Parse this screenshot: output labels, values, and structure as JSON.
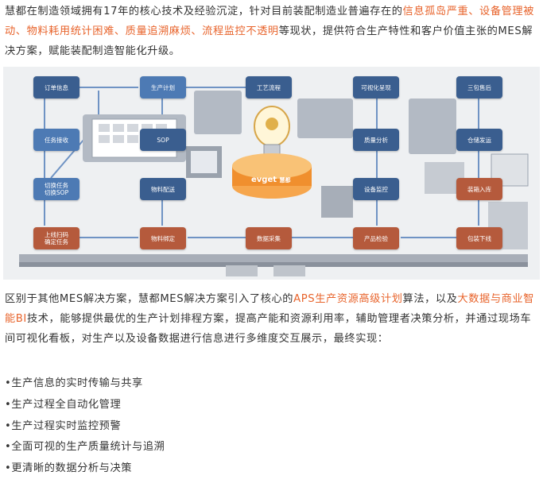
{
  "intro": {
    "text_before": "慧都在制造领域拥有17年的核心技术及经验沉淀，针对目前装配制造业普遍存在的",
    "highlight": "信息孤岛严重、设备管理被动、物料耗用统计困难、质量追溯麻烦、流程监控不透明",
    "text_after": "等现状，提供符合生产特性和客户价值主张的MES解决方案，赋能装配制造智能化升级。"
  },
  "diagram": {
    "nodes": {
      "order_info": "订单信息",
      "production_plan": "生产计划",
      "process_flow": "工艺流程",
      "visual_board": "可视化呈现",
      "after_sales": "三包售后",
      "task_receive": "任务接收",
      "sop": "SOP",
      "quality_analysis": "质量分析",
      "warehouse_ship": "仓储发运",
      "switch_task": "切换任务\n切换SOP",
      "material_delivery": "物料配送",
      "device_monitor": "设备监控",
      "assembly_storage": "装箱入库",
      "shift_login": "上线扫码\n确定任务",
      "material_bind": "物料绑定",
      "data_collect": "数据采集",
      "product_inspect": "产品检验",
      "pack_offline": "包装下线"
    },
    "logo_text": "evget",
    "logo_sub": "慧都"
  },
  "body": {
    "seg1": "区别于其他MES解决方案，慧都MES解决方案引入了核心的",
    "hl1": "APS生产资源高级计划",
    "seg2": "算法，以及",
    "hl2": "大数据与商业智能BI",
    "seg3": "技术，能够提供最优的生产计划排程方案，提高产能和资源利用率，辅助管理者决策分析，并通过现场车间可视化看板，对生产以及设备数据进行信息进行多维度交互展示，最终实现："
  },
  "bullets": [
    "•生产信息的实时传输与共享",
    "•生产过程全自动化管理",
    "•生产过程实时监控预警",
    "•全面可视的生产质量统计与追溯",
    "•更清晰的数据分析与决策"
  ],
  "colors": {
    "highlight": "#e8642c",
    "node_blue": "#3a5e8f",
    "node_red": "#b55a3c"
  }
}
